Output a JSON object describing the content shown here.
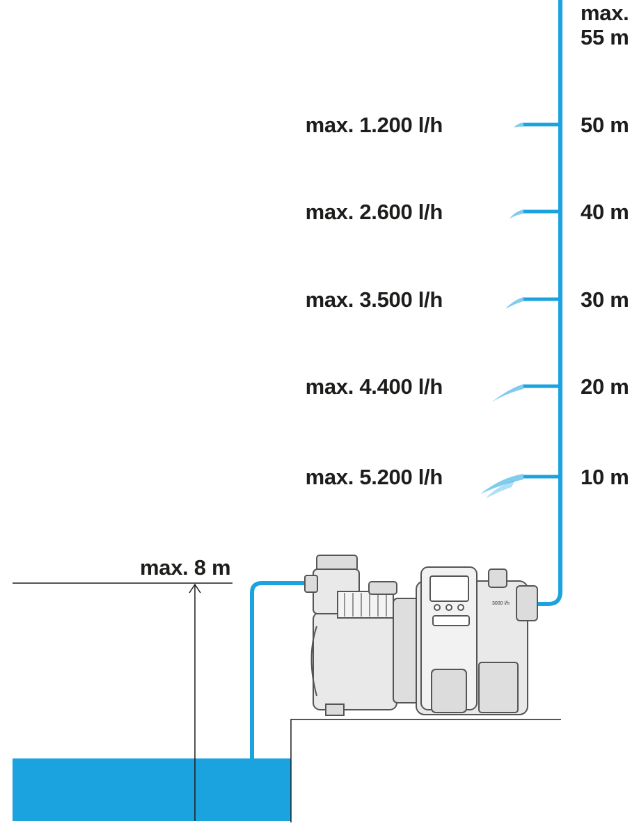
{
  "pump_diagram": {
    "max_head": {
      "line1": "max.",
      "line2": "55 m"
    },
    "levels": [
      {
        "height": "50 m",
        "flow": "max. 1.200 l/h"
      },
      {
        "height": "40 m",
        "flow": "max. 2.600 l/h"
      },
      {
        "height": "30 m",
        "flow": "max. 3.500 l/h"
      },
      {
        "height": "20 m",
        "flow": "max. 4.400 l/h"
      },
      {
        "height": "10 m",
        "flow": "max. 5.200 l/h"
      }
    ],
    "suction_depth": "max. 8 m",
    "pump_display_label": "3000 l/h"
  },
  "colors": {
    "water": "#1aa3df",
    "text": "#1d1d1b",
    "pump_line": "#555555",
    "pump_fill": "#e9e9e9"
  },
  "icons": {
    "pump": "garden-pump-icon",
    "water": "water-reservoir",
    "spray": "water-spray-icon"
  }
}
